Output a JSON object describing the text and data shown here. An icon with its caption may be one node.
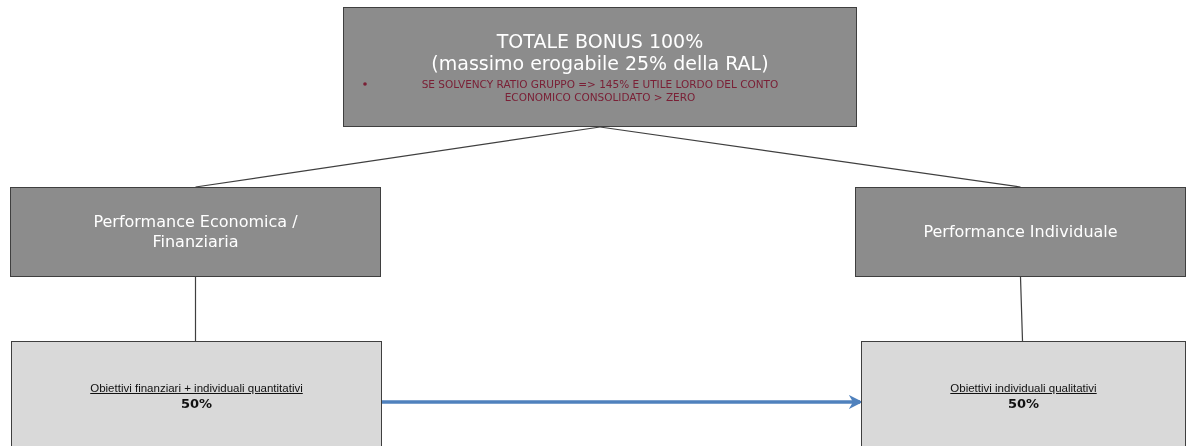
{
  "diagram": {
    "nodes": [
      {
        "text": [
          "TOTALE BONUS 100%",
          "(massimo erogabile 25% della RAL)",
          "SE SOLVENCY RATIO GRUPPO => 145% E UTILE LORDO DEL CONTO ECONOMICO CONSOLIDATO > ZERO"
        ]
      },
      {
        "text": [
          "Performance Economica / Finanziaria"
        ]
      },
      {
        "text": [
          "Performance Individuale"
        ]
      },
      {
        "text": [
          "Obiettivi finanziari + individuali quantitativi",
          "50%"
        ]
      },
      {
        "text": [
          "Obiettivi individuali qualitativi",
          "50%"
        ]
      }
    ],
    "edges": [
      {
        "from": 0,
        "to": 1,
        "arrow": "none"
      },
      {
        "from": 0,
        "to": 2,
        "arrow": "none"
      },
      {
        "from": 1,
        "to": 3,
        "arrow": "none"
      },
      {
        "from": 2,
        "to": 4,
        "arrow": "none"
      },
      {
        "from": 3,
        "to": 4,
        "arrow": "to",
        "style": "thick",
        "color": "#4f81bd"
      }
    ]
  }
}
